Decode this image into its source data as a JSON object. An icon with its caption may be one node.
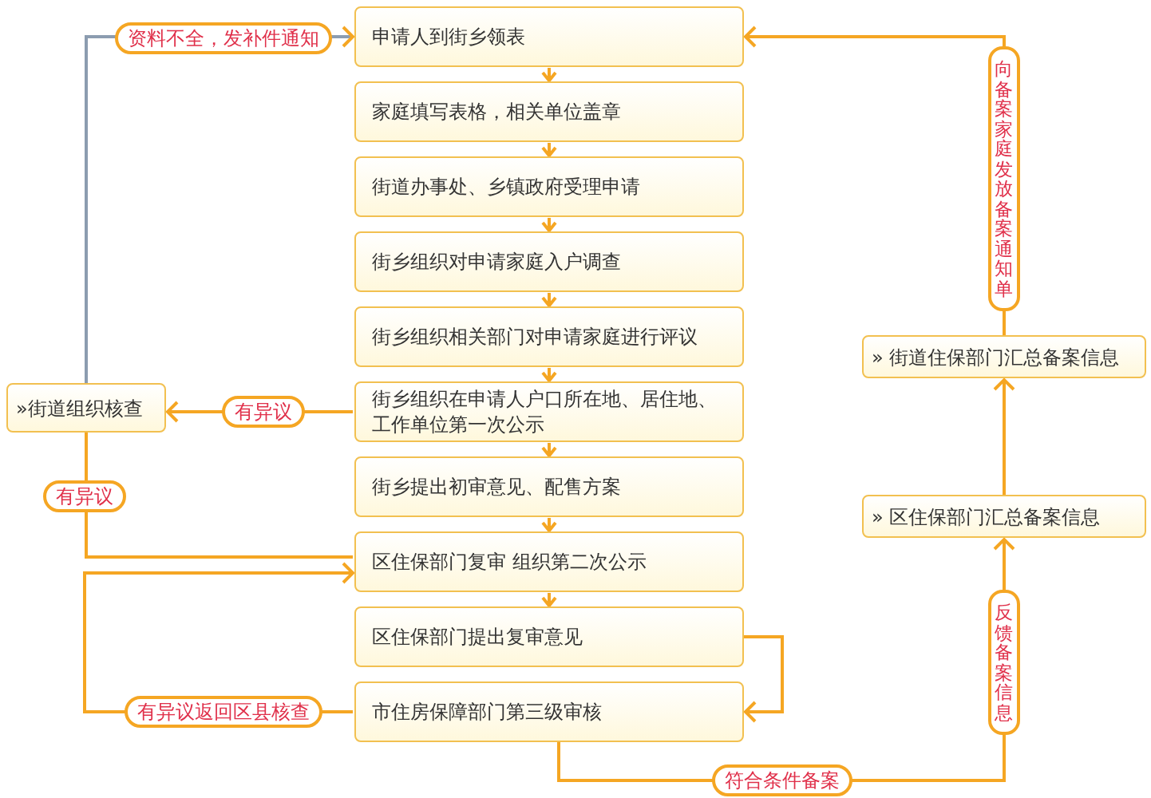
{
  "diagram": {
    "nodes": [
      {
        "text": [
          "申请人到街乡领表"
        ]
      },
      {
        "text": [
          "家庭填写表格，相关单位盖章"
        ]
      },
      {
        "text": [
          "街道办事处、乡镇政府受理申请"
        ]
      },
      {
        "text": [
          "街乡组织对申请家庭入户调查"
        ]
      },
      {
        "text": [
          "街乡组织相关部门对申请家庭进行评议"
        ]
      },
      {
        "text": [
          "街乡组织在申请人户口所在地、居住地、工作单位第一次公示"
        ]
      },
      {
        "text": [
          "街乡提出初审意见、配售方案"
        ]
      },
      {
        "text": [
          "区住保部门复审 组织第二次公示"
        ]
      },
      {
        "text": [
          "区住保部门提出复审意见"
        ]
      },
      {
        "text": [
          "市住房保障部门第三级审核"
        ]
      },
      {
        "text": [
          "»街道组织核查"
        ]
      },
      {
        "text": [
          "» 区住保部门汇总备案信息"
        ]
      },
      {
        "text": [
          "» 街道住保部门汇总备案信息"
        ]
      }
    ],
    "edges": [
      {
        "from": 0,
        "to": 1,
        "arrow": "to"
      },
      {
        "from": 1,
        "to": 2,
        "arrow": "to"
      },
      {
        "from": 2,
        "to": 3,
        "arrow": "to"
      },
      {
        "from": 3,
        "to": 4,
        "arrow": "to"
      },
      {
        "from": 4,
        "to": 5,
        "arrow": "to"
      },
      {
        "from": 5,
        "to": 6,
        "arrow": "to"
      },
      {
        "from": 6,
        "to": 7,
        "arrow": "to"
      },
      {
        "from": 7,
        "to": 8,
        "arrow": "to"
      },
      {
        "from": 8,
        "to": 9,
        "arrow": "to"
      },
      {
        "from": 10,
        "to": 0,
        "arrow": "to",
        "label": "资料不全，发补件通知",
        "color": "#8c9cb0"
      },
      {
        "from": 5,
        "to": 10,
        "arrow": "to",
        "label": "有异议"
      },
      {
        "from": 10,
        "to": 7,
        "arrow": "none",
        "label": "有异议"
      },
      {
        "from": 9,
        "to": 7,
        "arrow": "to",
        "label": "有异议返回区县核查"
      },
      {
        "from": 9,
        "to": 11,
        "arrow": "to",
        "label": "符合条件备案"
      },
      {
        "from": 11,
        "to": 12,
        "arrow": "to"
      },
      {
        "from": 12,
        "to": 0,
        "arrow": "to",
        "label": "向备案家庭发放备案通知单"
      }
    ],
    "labels": [
      "反馈备案信息"
    ]
  }
}
